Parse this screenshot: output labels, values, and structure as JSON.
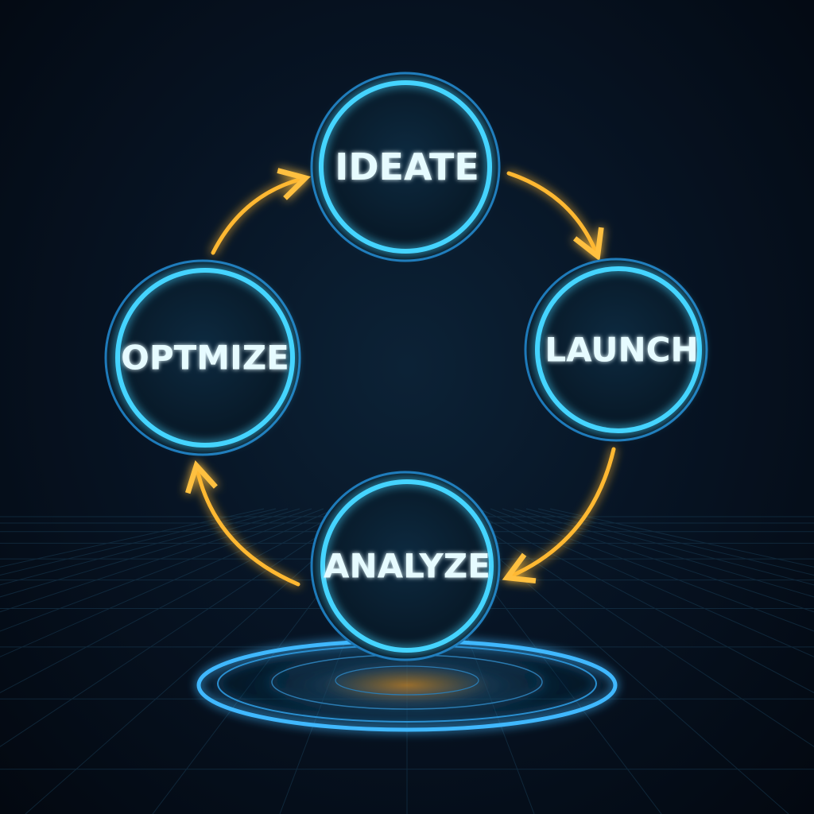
{
  "diagram": {
    "type": "cycle",
    "nodes": [
      {
        "id": "ideate",
        "label": "IDEATE"
      },
      {
        "id": "launch",
        "label": "LAUNCH"
      },
      {
        "id": "analyze",
        "label": "ANALYZE"
      },
      {
        "id": "optimize",
        "label": "OPTMIZE"
      }
    ],
    "edges": [
      {
        "from": "ideate",
        "to": "launch"
      },
      {
        "from": "launch",
        "to": "analyze"
      },
      {
        "from": "analyze",
        "to": "optimize"
      },
      {
        "from": "optimize",
        "to": "ideate"
      }
    ],
    "colors": {
      "ring": "#3fd0ff",
      "arrow": "#ffb830",
      "background": "#06101e"
    }
  }
}
